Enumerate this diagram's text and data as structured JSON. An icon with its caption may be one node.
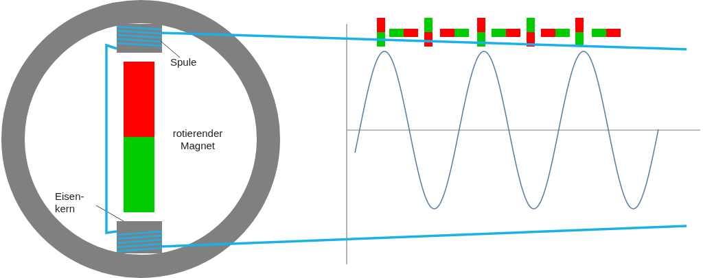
{
  "diagram": {
    "nodes": [
      {
        "text": [
          "Spule"
        ]
      },
      {
        "text": [],
        "shape": "coil"
      },
      {
        "text": [
          "Eisen- kern"
        ]
      },
      {
        "text": [],
        "shape": "box"
      }
    ],
    "edges": [
      {
        "from": 0,
        "to": 1,
        "arrow": "none",
        "color": "#444444"
      },
      {
        "from": 2,
        "to": 3,
        "arrow": "none",
        "color": "#444444"
      },
      {
        "from": 1,
        "to": 3,
        "arrow": "none"
      },
      {
        "from": 1,
        "to": null,
        "arrow": "none"
      },
      {
        "from": 3,
        "to": null,
        "arrow": "none"
      }
    ],
    "labels": [
      "rotierender Magnet"
    ]
  }
}
